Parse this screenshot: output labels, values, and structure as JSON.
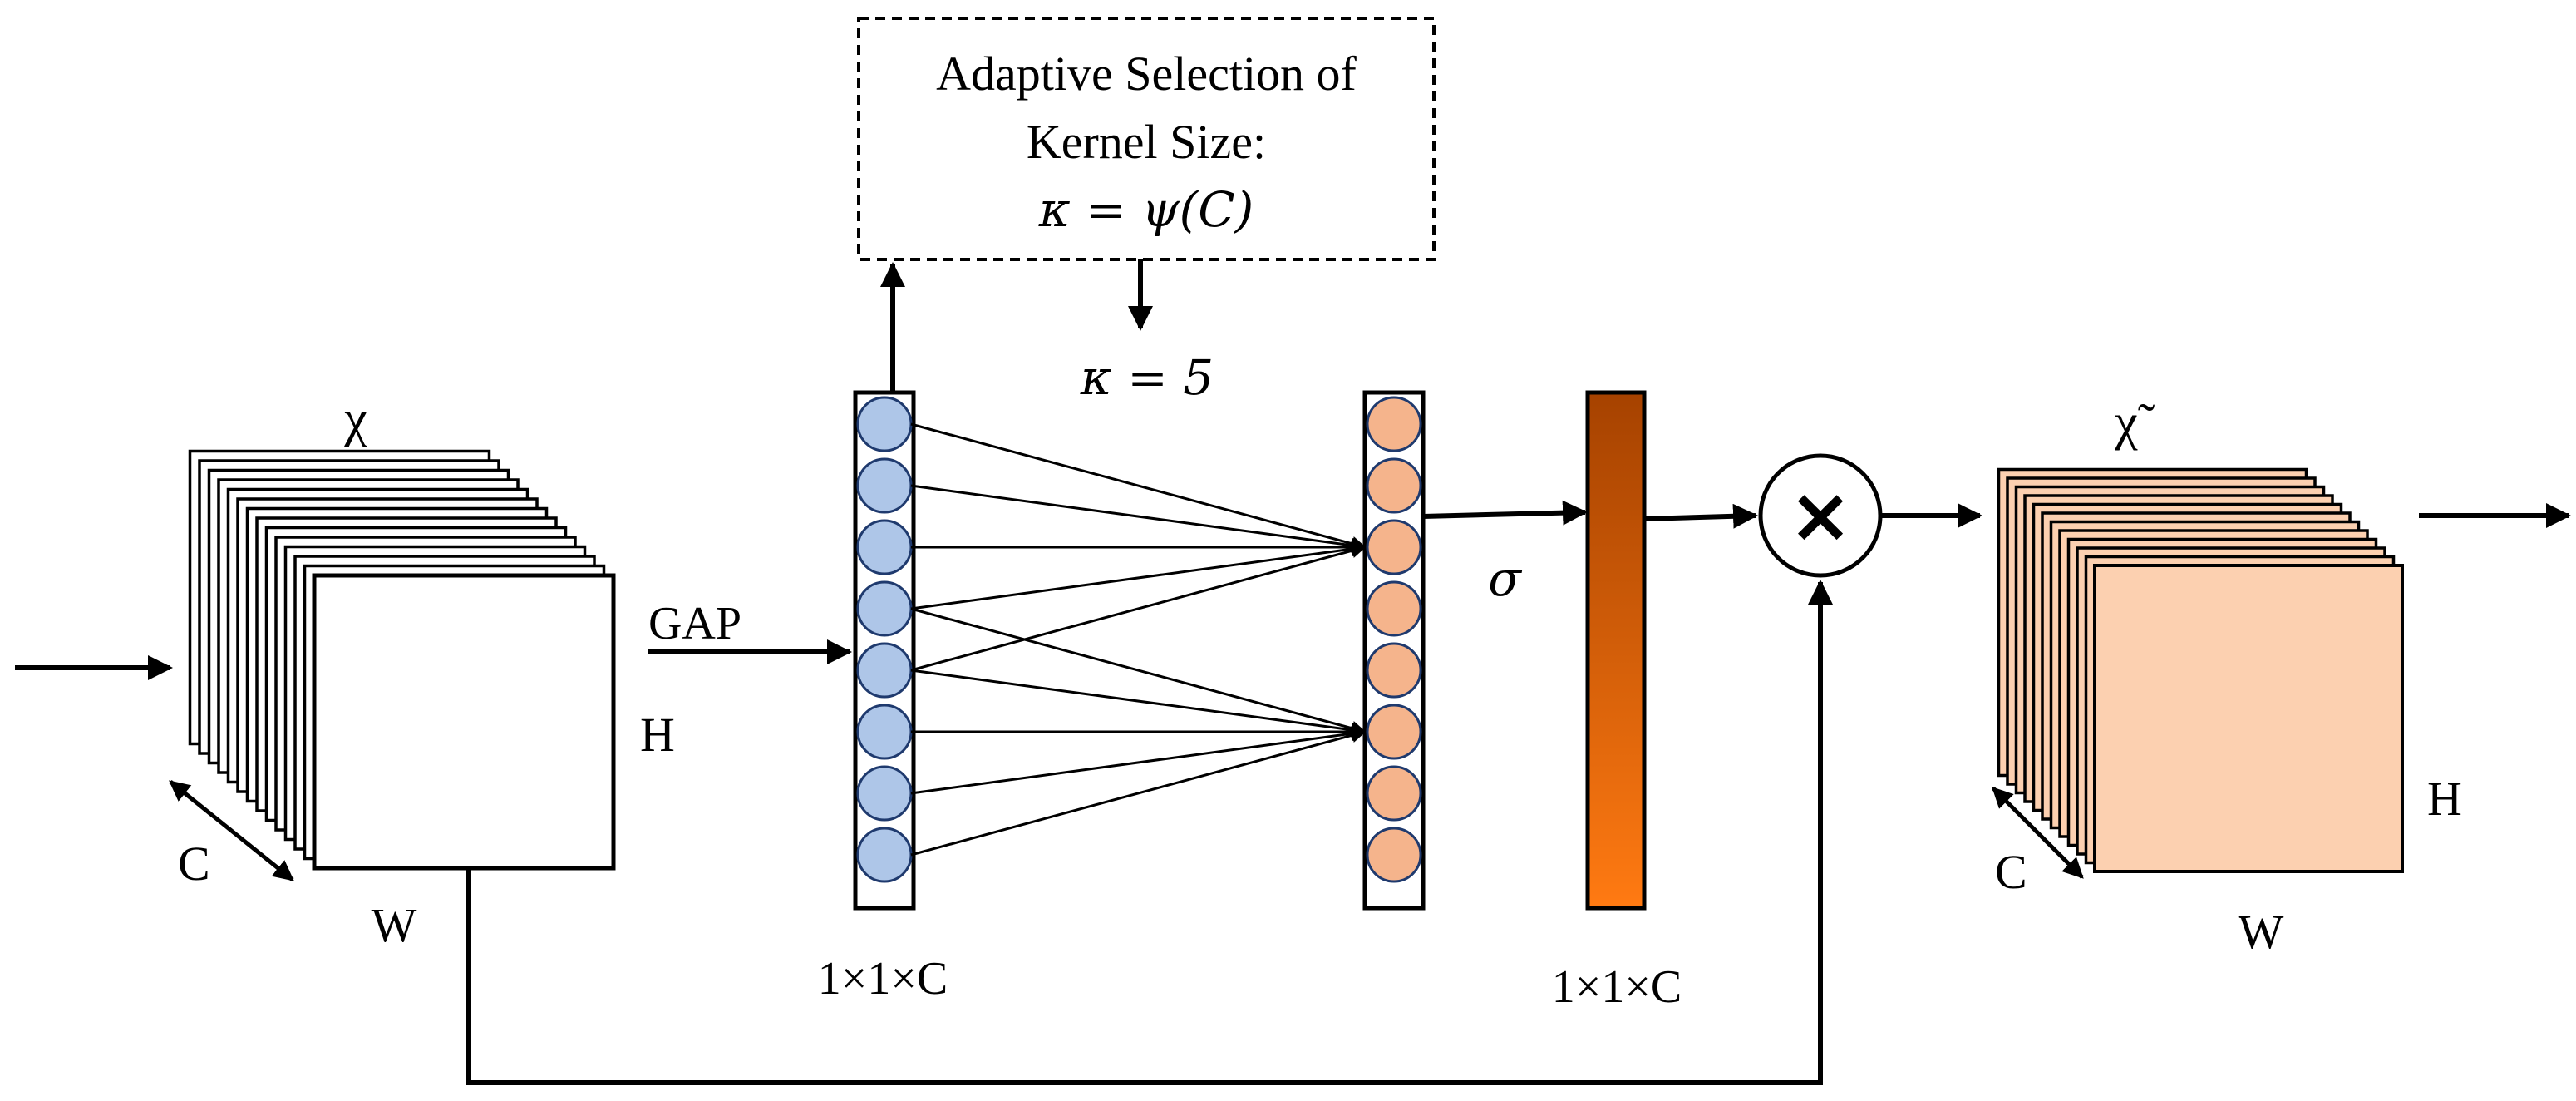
{
  "kernel_box": {
    "line1": "Adaptive Selection of",
    "line2": "Kernel Size:",
    "formula": "κ = ψ(C)"
  },
  "kernel_value": "κ = 5",
  "input_tensor": {
    "symbol": "χ",
    "height_label": "H",
    "width_label": "W",
    "channel_label": "C"
  },
  "output_tensor": {
    "symbol": "χ̃",
    "height_label": "H",
    "width_label": "W",
    "channel_label": "C"
  },
  "gap_label": "GAP",
  "sigma_label": "σ",
  "multiply_symbol": "×",
  "gap_vector_dim": "1×1×C",
  "weight_vector_dim": "1×1×C",
  "colors": {
    "gap_node_fill": "#aec6e8",
    "conv_node_fill": "#f5b48c",
    "node_stroke": "#1f3a6e",
    "weight_top": "#a64200",
    "weight_bottom": "#ff7a12",
    "output_front": "#fcd0b0"
  }
}
